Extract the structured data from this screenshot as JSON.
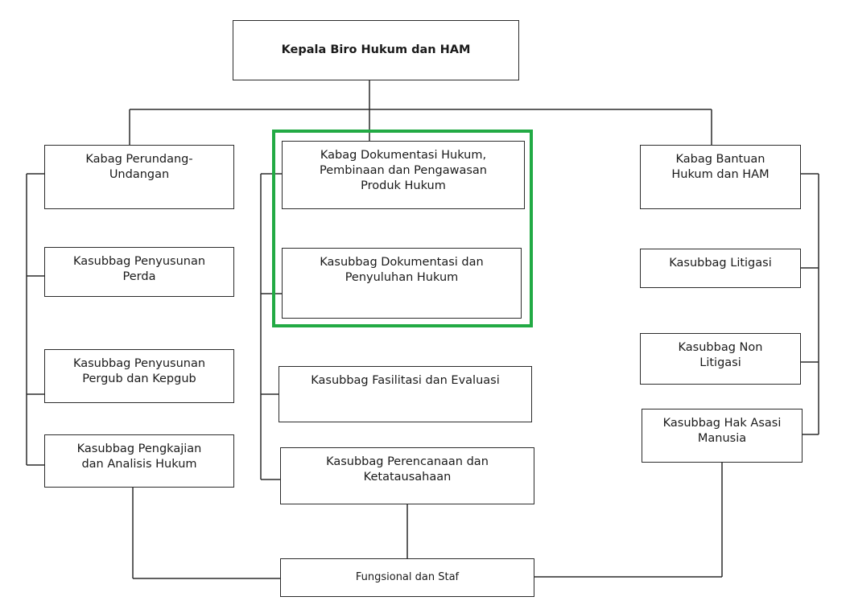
{
  "org_chart": {
    "head": "Kepala Biro Hukum dan HAM",
    "left": {
      "kabag": "Kabag Perundang-\nUndangan",
      "kasubbag_1": "Kasubbag Penyusunan\nPerda",
      "kasubbag_2": "Kasubbag Penyusunan\nPergub dan Kepgub",
      "kasubbag_3": "Kasubbag Pengkajian\ndan Analisis Hukum"
    },
    "middle": {
      "kabag": "Kabag Dokumentasi Hukum,\nPembinaan dan Pengawasan\nProduk Hukum",
      "kasubbag_1": "Kasubbag Dokumentasi dan\nPenyuluhan Hukum",
      "kasubbag_2": "Kasubbag Fasilitasi dan Evaluasi",
      "kasubbag_3": "Kasubbag Perencanaan dan\nKetatausahaan"
    },
    "right": {
      "kabag": "Kabag Bantuan\nHukum dan HAM",
      "kasubbag_1": "Kasubbag Litigasi",
      "kasubbag_2": "Kasubbag Non\nLitigasi",
      "kasubbag_3": "Kasubbag Hak Asasi\nManusia"
    },
    "staff": "Fungsional dan Staf",
    "highlight_color": "#22aa44"
  }
}
